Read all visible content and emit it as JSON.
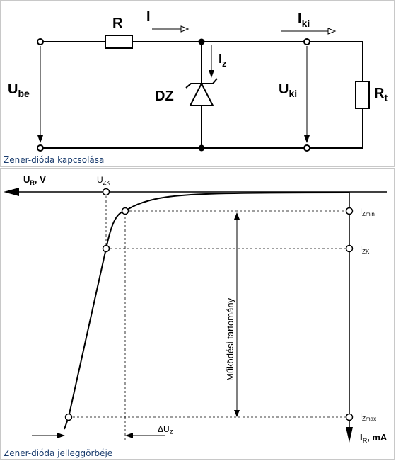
{
  "circuit": {
    "caption": "Zener-dióda kapcsolása",
    "labels": {
      "R": "R",
      "I": "I",
      "Iki_main": "I",
      "Iki_sub": "ki",
      "Iz_main": "I",
      "Iz_sub": "z",
      "Ube_main": "U",
      "Ube_sub": "be",
      "DZ": "DZ",
      "Uki_main": "U",
      "Uki_sub": "ki",
      "Rt_main": "R",
      "Rt_sub": "t"
    }
  },
  "curve": {
    "caption": "Zener-dióda jelleggörbéje",
    "labels": {
      "ur_axis_main": "U",
      "ur_axis_sub": "R",
      "ur_axis_unit": ", V",
      "uzk_main": "U",
      "uzk_sub": "ZK",
      "izmin_main": "I",
      "izmin_sub": "Zmin",
      "izk_main": "I",
      "izk_sub": "ZK",
      "izmax_main": "I",
      "izmax_sub": "Zmax",
      "ir_axis_main": "I",
      "ir_axis_sub": "R",
      "ir_axis_unit": ", mA",
      "range": "Működési tartomány",
      "delta_uz_main": "ΔU",
      "delta_uz_sub": "Z"
    }
  }
}
